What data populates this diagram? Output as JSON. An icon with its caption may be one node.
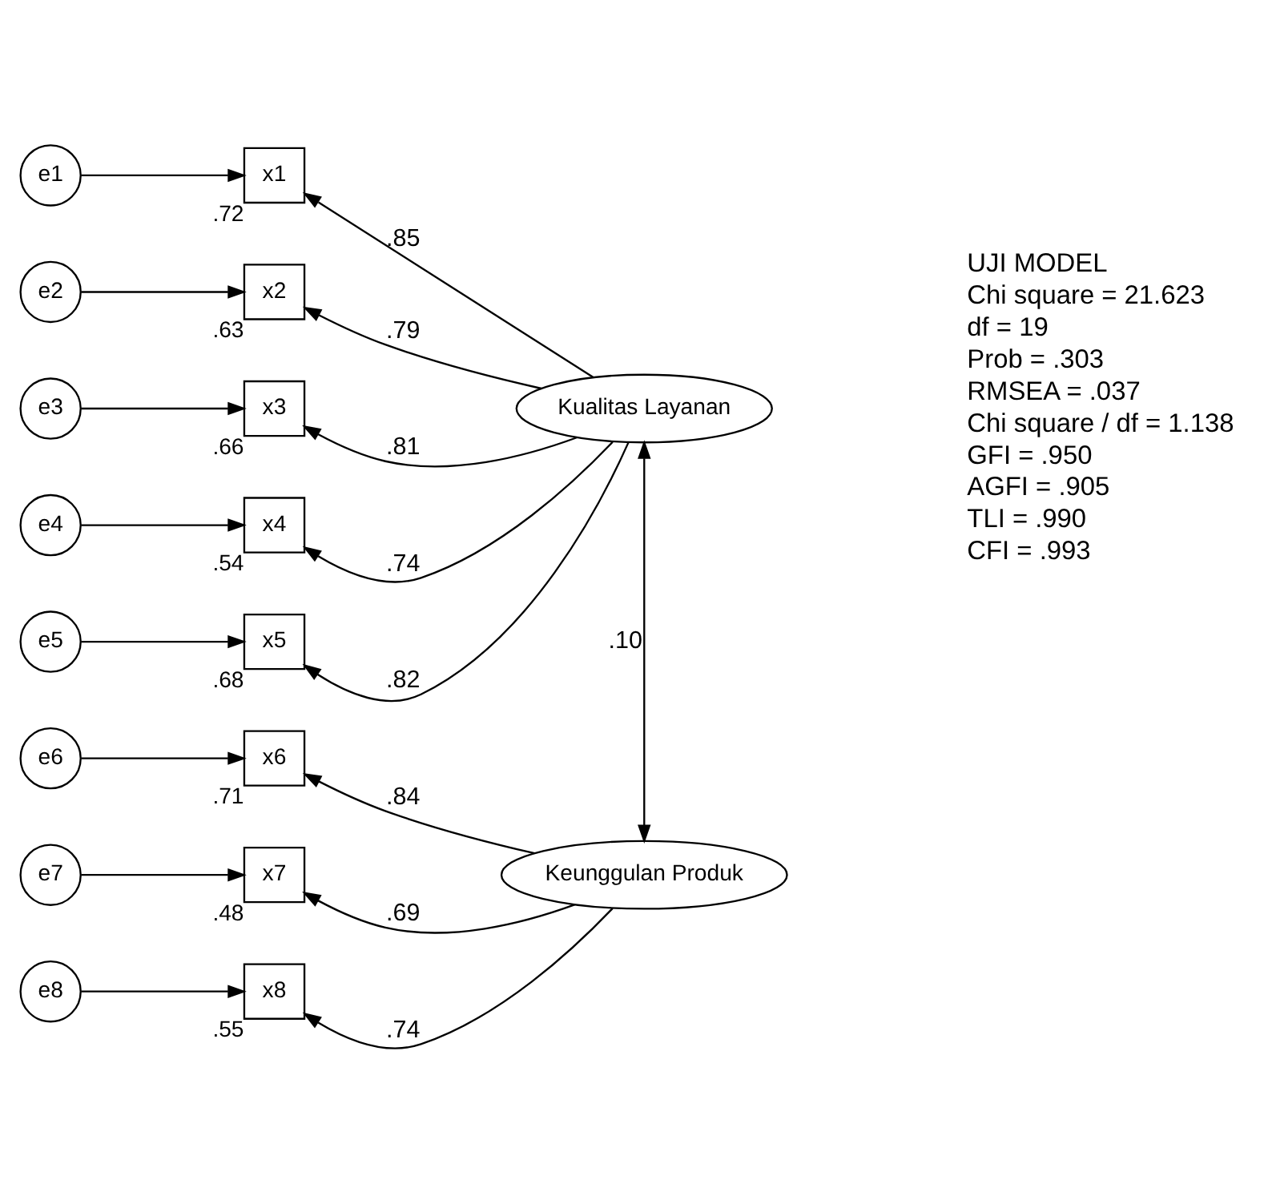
{
  "diagram": {
    "nodes": [
      {
        "text": [
          "e1"
        ]
      },
      {
        "text": [
          "x1"
        ],
        "beside": [
          ".72"
        ]
      },
      {
        "text": [
          "e2"
        ]
      },
      {
        "text": [
          "x2"
        ],
        "beside": [
          ".63"
        ]
      },
      {
        "text": [
          "e3"
        ]
      },
      {
        "text": [
          "x3"
        ],
        "beside": [
          ".66"
        ]
      },
      {
        "text": [
          "e4"
        ]
      },
      {
        "text": [
          "x4"
        ],
        "beside": [
          ".54"
        ]
      },
      {
        "text": [
          "e5"
        ]
      },
      {
        "text": [
          "x5"
        ],
        "beside": [
          ".68"
        ]
      },
      {
        "text": [
          "Kualitas Layanan"
        ]
      },
      {
        "text": [
          "e6"
        ]
      },
      {
        "text": [
          "x6"
        ],
        "beside": [
          ".71"
        ]
      },
      {
        "text": [
          "e7"
        ]
      },
      {
        "text": [
          "x7"
        ],
        "beside": [
          ".48"
        ]
      },
      {
        "text": [
          "e8"
        ]
      },
      {
        "text": [
          "x8"
        ],
        "beside": [
          ".55"
        ]
      },
      {
        "text": [
          "Keunggulan Produk"
        ]
      }
    ],
    "edges": [
      {
        "from": 0,
        "to": 1,
        "arrow": "to"
      },
      {
        "from": 2,
        "to": 3,
        "arrow": "to"
      },
      {
        "from": 4,
        "to": 5,
        "arrow": "to"
      },
      {
        "from": 6,
        "to": 7,
        "arrow": "to"
      },
      {
        "from": 8,
        "to": 9,
        "arrow": "to"
      },
      {
        "from": 10,
        "to": 1,
        "arrow": "to",
        "label": ".85"
      },
      {
        "from": 10,
        "to": 3,
        "arrow": "to",
        "label": ".79"
      },
      {
        "from": 10,
        "to": 5,
        "arrow": "to",
        "label": ".81"
      },
      {
        "from": 10,
        "to": 7,
        "arrow": "to",
        "label": ".74"
      },
      {
        "from": 10,
        "to": 9,
        "arrow": "to",
        "label": ".82"
      },
      {
        "from": 10,
        "to": 17,
        "arrow": "both",
        "label": ".10"
      },
      {
        "from": 11,
        "to": 12,
        "arrow": "to"
      },
      {
        "from": 13,
        "to": 14,
        "arrow": "to"
      },
      {
        "from": 15,
        "to": 16,
        "arrow": "to"
      },
      {
        "from": 17,
        "to": 12,
        "arrow": "to",
        "label": ".84"
      },
      {
        "from": 17,
        "to": 14,
        "arrow": "to",
        "label": ".69"
      },
      {
        "from": 17,
        "to": 16,
        "arrow": "to",
        "label": ".74"
      }
    ],
    "labels": [
      "UJI MODEL",
      "Chi square = 21.623",
      "df = 19",
      "Prob = .303",
      "RMSEA = .037",
      "Chi square / df = 1.138",
      "GFI = .950",
      "AGFI = .905",
      "TLI = .990",
      "CFI = .993"
    ]
  }
}
